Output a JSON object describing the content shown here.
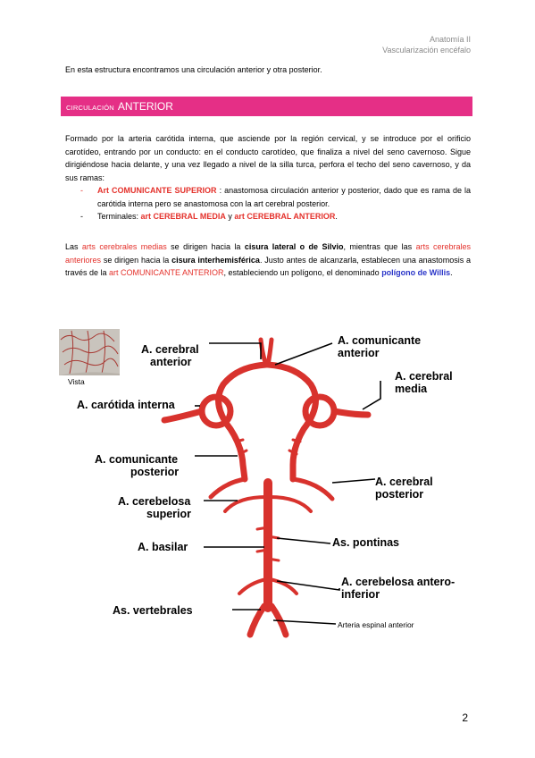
{
  "header": {
    "line1": "Anatomía II",
    "line2": "Vascularización encéfalo"
  },
  "intro": "En esta estructura encontramos una circulación anterior y otra posterior.",
  "section": {
    "small_label": "CIRCULACIÓN",
    "label": "ANTERIOR",
    "color": "#e52f86"
  },
  "paragraph1": "Formado por la arteria carótida interna, que asciende por la región cervical, y se introduce por el orificio carotídeo, entrando por un conducto: en el conducto carotídeo, que finaliza a nivel del seno cavernoso. Sigue dirigiéndose hacia delante, y una vez llegado a nivel de la silla turca, perfora el techo del seno cavernoso, y da sus ramas:",
  "list": {
    "item1": {
      "name": "Art COMUNICANTE SUPERIOR",
      "text": " : anastomosa circulación anterior y posterior, dado que es rama de la carótida interna pero se anastomosa con la art cerebral posterior."
    },
    "item2": {
      "prefix": "Terminales: ",
      "a": "art CEREBRAL MEDIA",
      "join": " y ",
      "b": "art CEREBRAL ANTERIOR",
      "end": "."
    }
  },
  "paragraph2": {
    "t1": "Las ",
    "r1": "arts cerebrales medias",
    "t2": " se dirigen hacia la ",
    "b1": "cisura lateral o de Silvio",
    "t3": ", mientras que las ",
    "r2": "arts cerebrales anteriores",
    "t4": " se dirigen hacia la ",
    "b2": "cisura interhemisférica",
    "t5": ". Justo antes de alcanzarla, establecen una anastomosis a través de la ",
    "r3": "art COMUNICANTE ANTERIOR",
    "t6": ", estableciendo un polígono, el denominado ",
    "blue": "polígono de Willis",
    "t7": "."
  },
  "figure": {
    "thumb_label": "Vista",
    "labels": {
      "cerebral_anterior": [
        "A. cerebral",
        "anterior"
      ],
      "comunicante_anterior": [
        "A. comunicante",
        "anterior"
      ],
      "cerebral_media": [
        "A. cerebral",
        "media"
      ],
      "carotida_interna": "A. carótida interna",
      "comunicante_posterior": [
        "A. comunicante",
        "posterior"
      ],
      "cerebral_posterior": [
        "A. cerebral",
        "posterior"
      ],
      "cerebelosa_superior": [
        "A. cerebelosa",
        "superior"
      ],
      "basilar": "A. basilar",
      "pontinas": "As. pontinas",
      "cerebelosa_antero_inferior": [
        "A. cerebelosa antero-",
        "inferior"
      ],
      "vertebrales": "As. vertebrales",
      "espinal_anterior": "Arteria espinal anterior"
    },
    "artery_color": "#d8322d"
  },
  "page_number": "2"
}
